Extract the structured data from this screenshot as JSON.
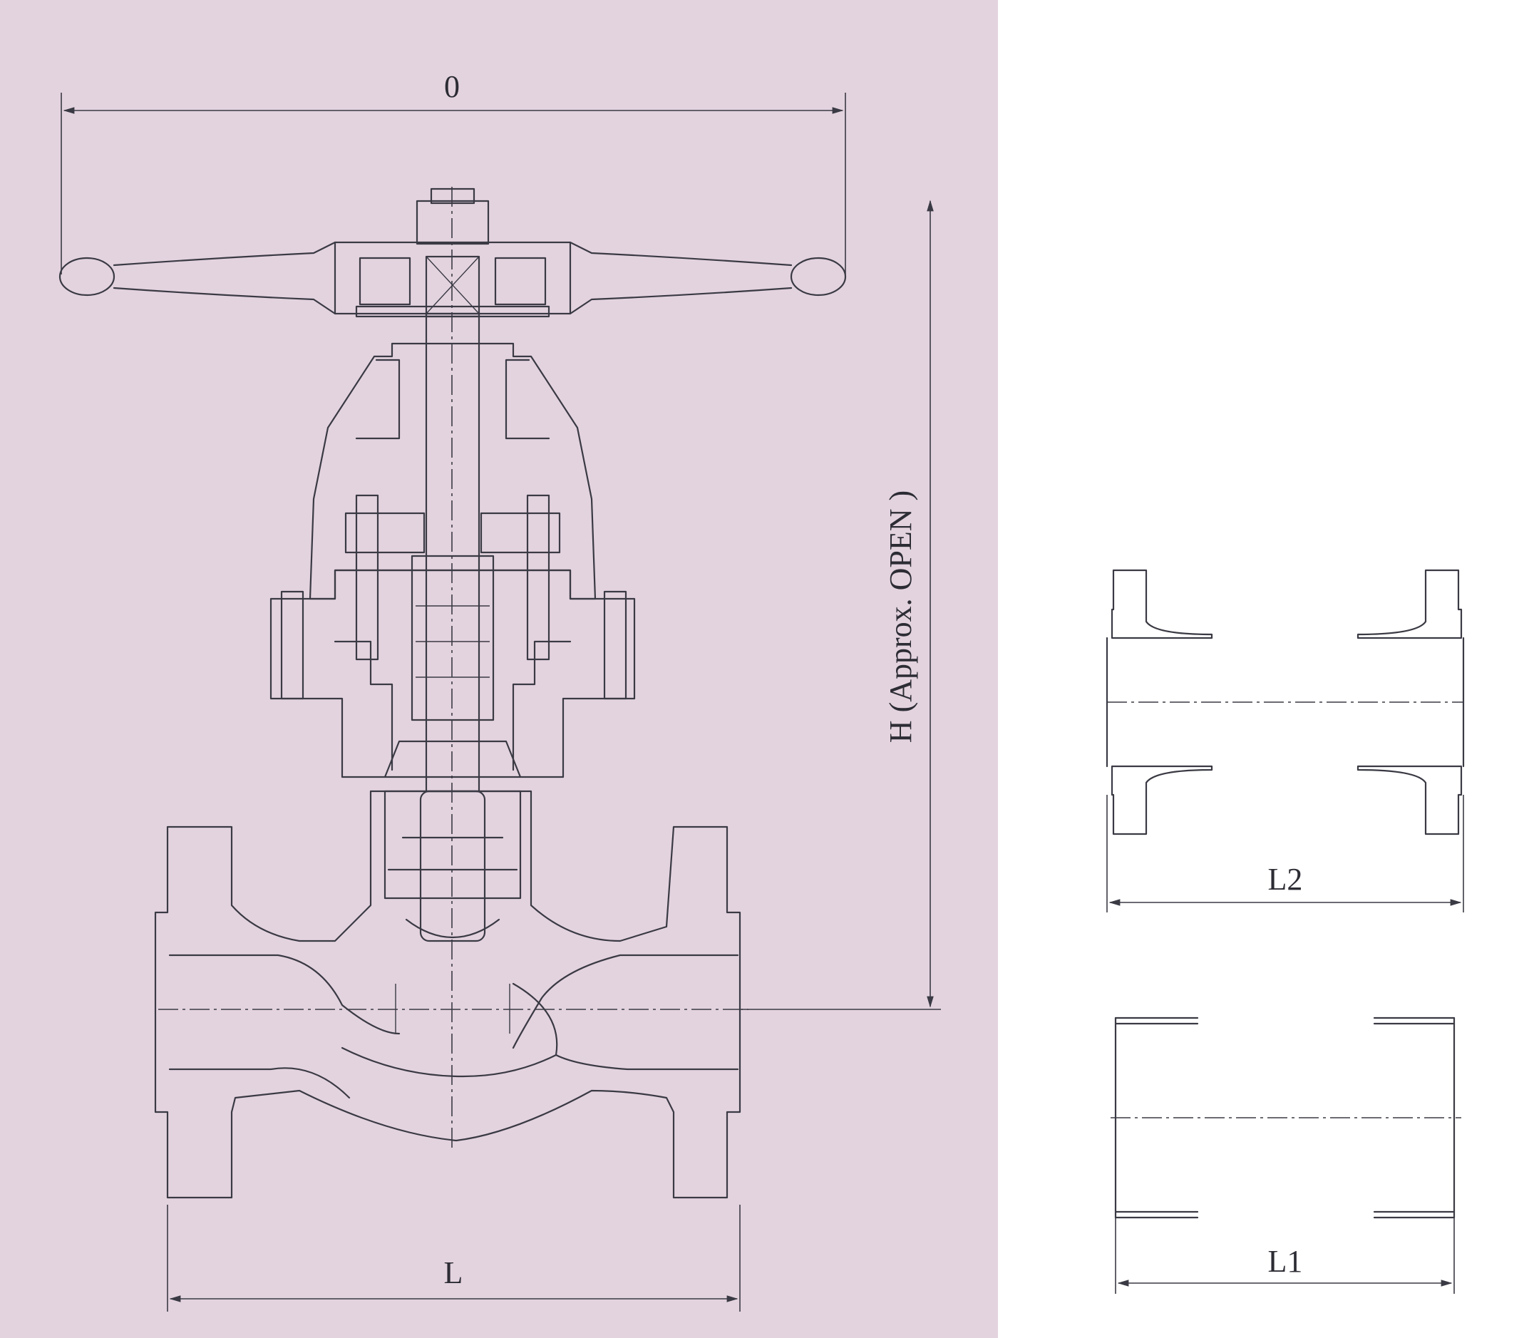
{
  "labels": {
    "handwheel_diameter": "0",
    "height": "H (Approx. OPEN )",
    "length": "L",
    "length_l2": "L2",
    "length_l1": "L1"
  },
  "colors": {
    "panel_background": "#e3d3df",
    "line": "#3a3a44"
  }
}
